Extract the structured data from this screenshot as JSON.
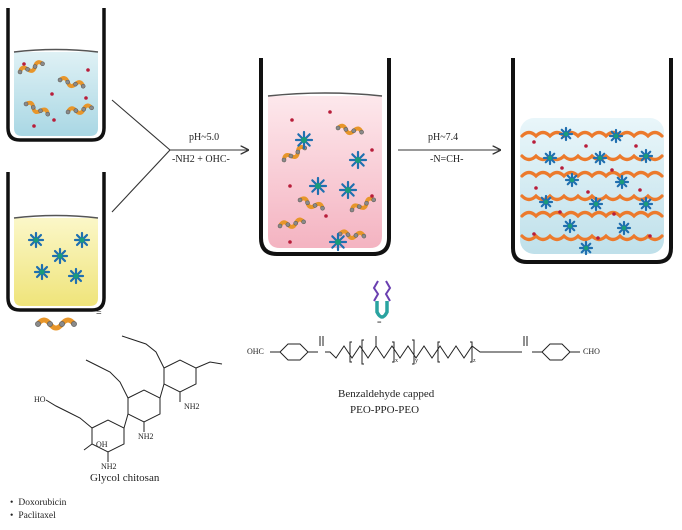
{
  "step1": {
    "ph": "pH~5.0",
    "reaction": "-NH2 + OHC-"
  },
  "step2": {
    "ph": "pH~7.4",
    "reaction": "-N=CH-"
  },
  "glycol_chitosan": {
    "equals": "=",
    "caption": "Glycol chitosan",
    "atoms": {
      "hydroxyl": "HO",
      "oh": "OH",
      "amine": "NH2"
    }
  },
  "peo_ppo_peo": {
    "equals": "=",
    "caption_line1": "Benzaldehyde capped",
    "caption_line2": "PEO-PPO-PEO",
    "aldehyde": "OHC",
    "aldehyde_right": "CHO",
    "repeat_x": "x",
    "repeat_y": "y",
    "repeat_z": "z"
  },
  "legend": {
    "items": [
      "Doxorubicin",
      "Paclitaxel"
    ]
  },
  "colors": {
    "beaker_outline": "#111111",
    "water": "#bfe3ec",
    "paclitaxel_solution": "#f5ee9a",
    "mixture": "#f7c9d3",
    "hydrogel": "#cfe9f2",
    "chitosan_chain": "#e8962a",
    "peo_chain": "#ec7a2c",
    "paclitaxel_star": "#1f6fb0",
    "paclitaxel_center": "#1a9b7a",
    "doxorubicin_dot": "#b81d3a"
  }
}
